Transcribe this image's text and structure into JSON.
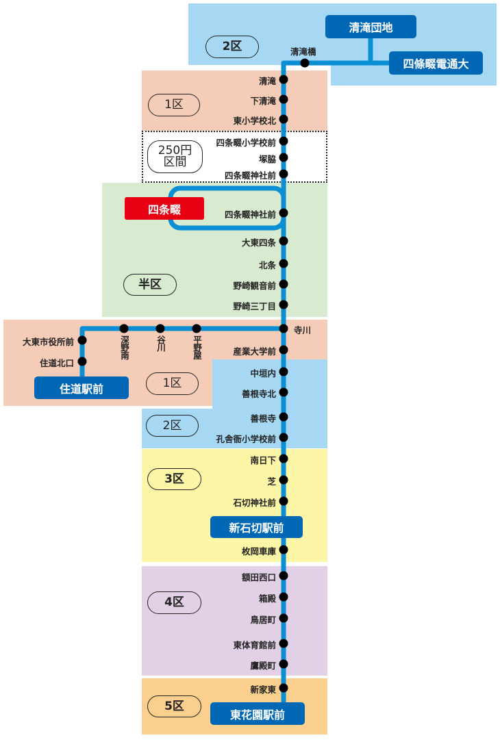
{
  "colors": {
    "line": "#0a8fd4",
    "badge": "#0067b5",
    "badge_red": "#e60012",
    "zone_blue": "#a6d8f4",
    "zone_salmon": "#f5ccb8",
    "zone_green": "#d8ead0",
    "zone_yellow": "#fdf6a6",
    "zone_purple": "#e2d0e6",
    "zone_orange": "#fbcf8e"
  },
  "zones": {
    "z2_top": "2区",
    "z1_top": "1区",
    "z250": "250円",
    "z250b": "区間",
    "half": "半区",
    "z1_mid": "1区",
    "z2_mid": "2区",
    "z3": "3区",
    "z4": "4区",
    "z5": "5区"
  },
  "terminals": {
    "kiyotaki_danchi": "清滝団地",
    "dentsu": "四條畷電通大",
    "shijonawate": "四条畷",
    "suminodo": "住道駅前",
    "shin_ishikiri": "新石切駅前",
    "higashi_hanazono": "東花園駅前"
  },
  "stations": {
    "kiyotakibashi": "清滝橋",
    "main": [
      "清滝",
      "下清滝",
      "東小学校北",
      "四条畷小学校前",
      "塚脇",
      "四条畷神社前",
      "四条畷神社前",
      "大東四条",
      "北条",
      "野崎観音前",
      "野崎三丁目",
      "産業大学前",
      "中垣内",
      "善根寺北",
      "善根寺",
      "孔舎衙小学校前",
      "南日下",
      "芝",
      "石切神社前",
      "枚岡車庫",
      "額田西口",
      "箱殿",
      "鳥居町",
      "東体育館前",
      "鷹殿町",
      "新家東"
    ],
    "terakawa": "寺川",
    "branch_vertical": [
      "深野南",
      "谷川",
      "平野屋"
    ],
    "branch_left": [
      "大東市役所前",
      "住道北口"
    ]
  }
}
